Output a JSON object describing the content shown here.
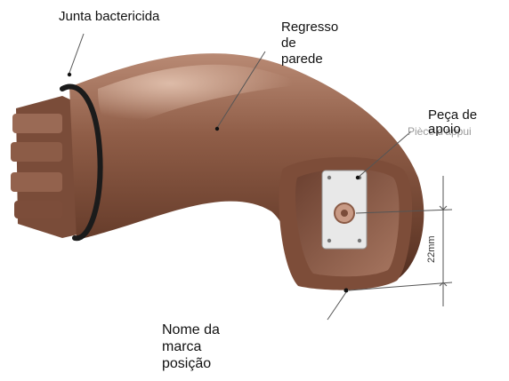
{
  "labels": {
    "gasket": "Junta bactericida",
    "wall_return": [
      "Regresso",
      "de",
      "parede"
    ],
    "support_piece": [
      "Peça de",
      "apoio"
    ],
    "support_piece_fr": "Pièce d'appui",
    "brand_mark": [
      "Nome da",
      "marca",
      "posição"
    ],
    "dimension": "22mm"
  },
  "colors": {
    "body": "#8a5a45",
    "body_dark": "#4e2c1f",
    "body_light": "#b98a74",
    "gasket": "#1b1b1b",
    "plate": "#e8e8e8",
    "leader": "#555555"
  }
}
